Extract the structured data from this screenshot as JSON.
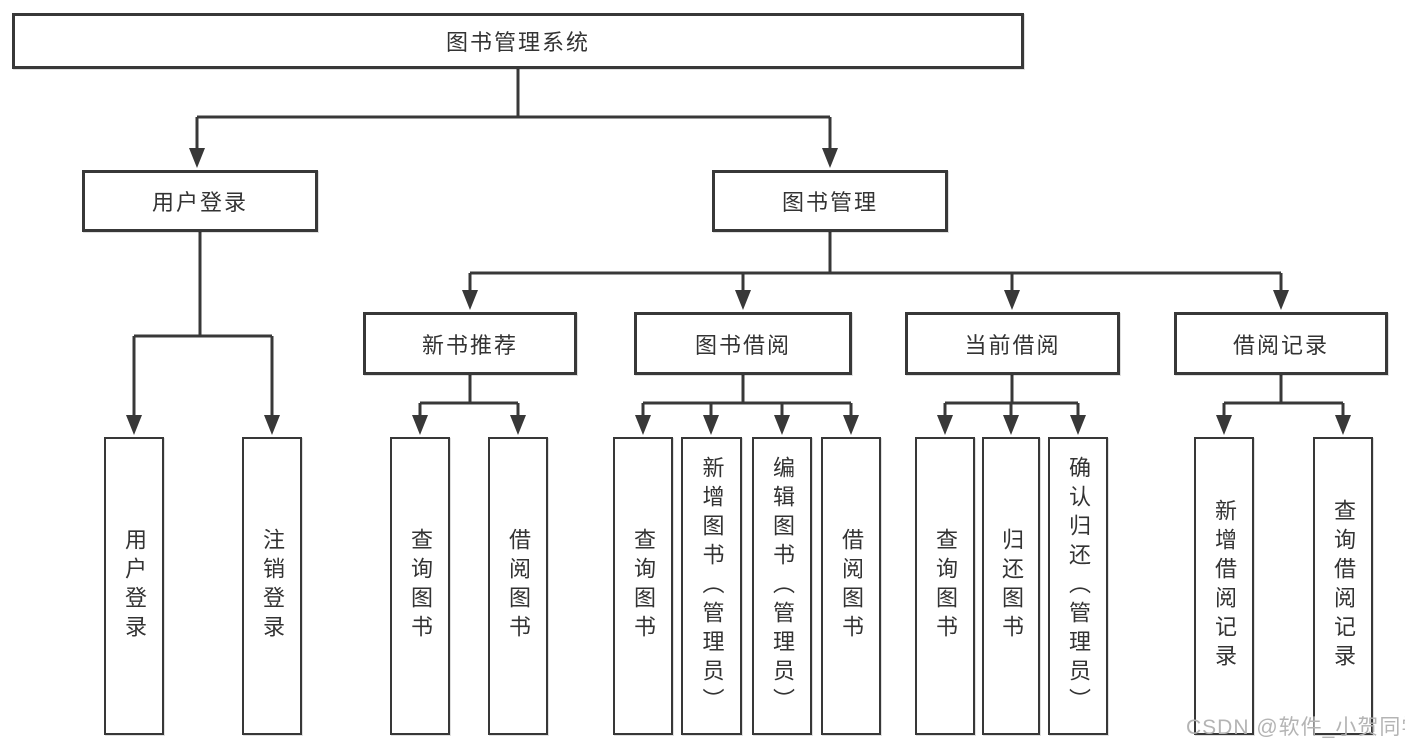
{
  "diagram": {
    "root": {
      "label": "图书管理系统"
    },
    "branches": [
      {
        "label": "用户登录",
        "children": [
          {
            "label": "用户登录"
          },
          {
            "label": "注销登录"
          }
        ]
      },
      {
        "label": "图书管理",
        "children": [
          {
            "label": "新书推荐",
            "children": [
              {
                "label": "查询图书"
              },
              {
                "label": "借阅图书"
              }
            ]
          },
          {
            "label": "图书借阅",
            "children": [
              {
                "label": "查询图书"
              },
              {
                "label": "新增图书（管理员）"
              },
              {
                "label": "编辑图书（管理员）"
              },
              {
                "label": "借阅图书"
              }
            ]
          },
          {
            "label": "当前借阅",
            "children": [
              {
                "label": "查询图书"
              },
              {
                "label": "归还图书"
              },
              {
                "label": "确认归还（管理员）"
              }
            ]
          },
          {
            "label": "借阅记录",
            "children": [
              {
                "label": "新增借阅记录"
              },
              {
                "label": "查询借阅记录"
              }
            ]
          }
        ]
      }
    ]
  },
  "watermark": {
    "text": "CSDN @软件_小贺同学"
  },
  "colors": {
    "line": "#383838",
    "box_border": "#383838",
    "text": "#333333",
    "background": "#ffffff",
    "watermark": "#b4b4b4"
  }
}
